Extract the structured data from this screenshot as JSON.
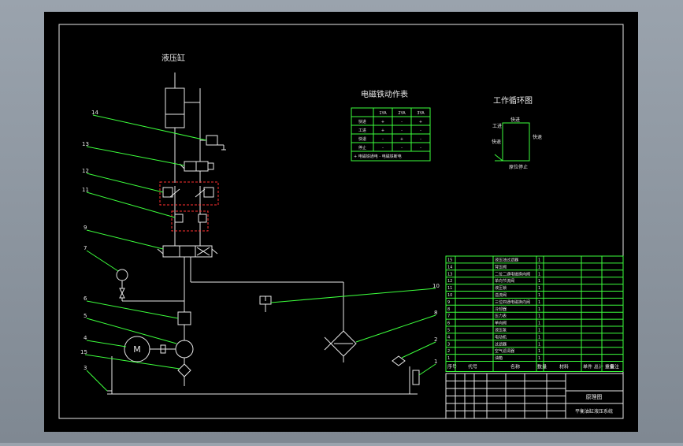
{
  "drawing": {
    "cylinder_title": "液压缸",
    "solenoid_table_title": "电磁铁动作表",
    "cycle_title": "工作循环图",
    "solenoid_table": {
      "headers": [
        "",
        "1YA",
        "2YA",
        "3YA"
      ],
      "rows": [
        [
          "快进",
          "+",
          "-",
          "+"
        ],
        [
          "工进",
          "+",
          "-",
          "-"
        ],
        [
          "快退",
          "-",
          "+",
          "-"
        ],
        [
          "停止",
          "-",
          "-",
          "-"
        ]
      ],
      "note": "+ 电磁铁通电 - 电磁铁断电"
    },
    "cycle_labels": {
      "fast_forward": "快进",
      "work_feed": "工进",
      "fast_return": "快退",
      "stop_return": "原位停止"
    },
    "leaders": [
      "14",
      "13",
      "12",
      "11",
      "9",
      "7",
      "6",
      "5",
      "4",
      "15",
      "3",
      "10",
      "8",
      "2",
      "1"
    ],
    "parts_list": {
      "rows": [
        [
          "15",
          "液压油过滤器",
          "1"
        ],
        [
          "14",
          "背压阀",
          "1"
        ],
        [
          "13",
          "二位二通电磁换向阀",
          "1"
        ],
        [
          "12",
          "单向节流阀",
          "1"
        ],
        [
          "11",
          "液压锁",
          "1"
        ],
        [
          "10",
          "溢流阀",
          "1"
        ],
        [
          "9",
          "三位四通电磁换向阀",
          "1"
        ],
        [
          "8",
          "冷却器",
          "1"
        ],
        [
          "7",
          "压力表",
          "1"
        ],
        [
          "6",
          "单向阀",
          "1"
        ],
        [
          "5",
          "液压泵",
          "1"
        ],
        [
          "4",
          "电动机",
          "1"
        ],
        [
          "3",
          "过滤器",
          "1"
        ],
        [
          "2",
          "空气滤清器",
          "1"
        ],
        [
          "1",
          "油箱",
          "1"
        ]
      ],
      "header": [
        "序号",
        "代号",
        "名称",
        "数量",
        "材料",
        "单件 总计 重量",
        "备注"
      ]
    },
    "title_block": {
      "drawing_name": "原理图",
      "project_title": "平衡油缸液压系统"
    }
  }
}
